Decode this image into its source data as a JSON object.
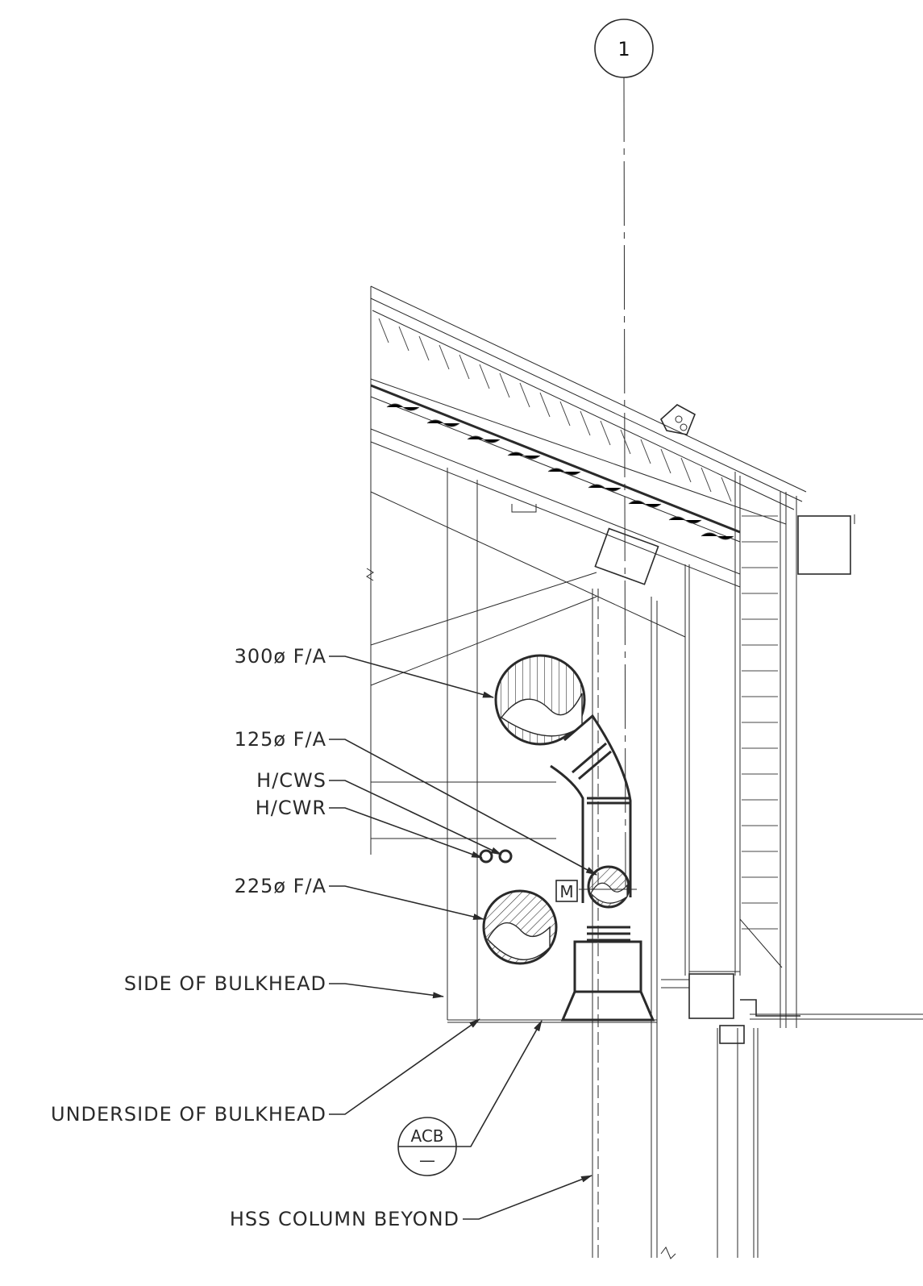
{
  "grid_bubble": {
    "label": "1"
  },
  "labels": {
    "fa_300": "300ø F/A",
    "fa_125": "125ø F/A",
    "hcws": "H/CWS",
    "hcwr": "H/CWR",
    "fa_225": "225ø F/A",
    "side_of_bulkhead": "SIDE OF BULKHEAD",
    "underside_of_bulkhead": "UNDERSIDE OF BULKHEAD",
    "hss_column_beyond": "HSS COLUMN BEYOND"
  },
  "tags": {
    "damper": "M",
    "acb_top": "ACB",
    "acb_bottom": "—"
  }
}
